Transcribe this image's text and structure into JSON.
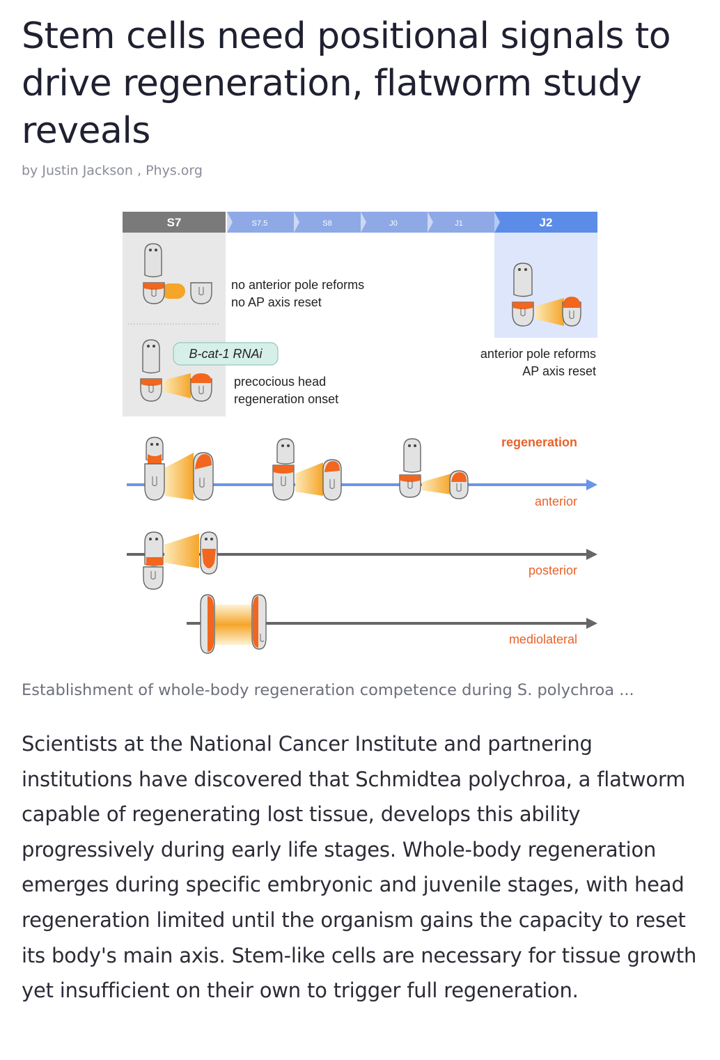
{
  "article": {
    "title": "Stem cells need positional signals to drive regeneration, flatworm study reveals",
    "byline": "by Justin Jackson , Phys.org",
    "caption": "Establishment of whole-body regeneration competence during S. polychroa ...",
    "body": "Scientists at the National Cancer Institute and partnering institutions have discovered that Schmidtea polychroa, a flatworm capable of regenerating lost tissue, develops this ability progressively during early life stages. Whole-body regeneration emerges during specific embryonic and juvenile stages, with head regeneration limited until the organism gains the capacity to reset its body's main axis. Stem-like cells are necessary for tissue growth yet insufficient on their own to trigger full regeneration."
  },
  "figure": {
    "stages": [
      "S7",
      "S7.5",
      "S8",
      "J0",
      "J1",
      "J2"
    ],
    "no_pole_line1": "no anterior pole reforms",
    "no_pole_line2": "no AP axis reset",
    "rnai_label": "B-cat-1 RNAi",
    "precocious_line1": "precocious head",
    "precocious_line2": "regeneration onset",
    "pole_reforms_line1": "anterior pole reforms",
    "pole_reforms_line2": "AP axis reset",
    "regeneration_label": "regeneration",
    "axis_anterior": "anterior",
    "axis_posterior": "posterior",
    "axis_mediolateral": "mediolateral",
    "colors": {
      "gray_header": "#7a7a7a",
      "blue_header": "#5b8de8",
      "blue_panel": "#dde6fb",
      "gray_panel": "#e8e8e8",
      "orange": "#f2661e",
      "orange_text": "#e8622a",
      "anterior_axis": "#6a95e8",
      "dark_axis": "#666666"
    }
  }
}
